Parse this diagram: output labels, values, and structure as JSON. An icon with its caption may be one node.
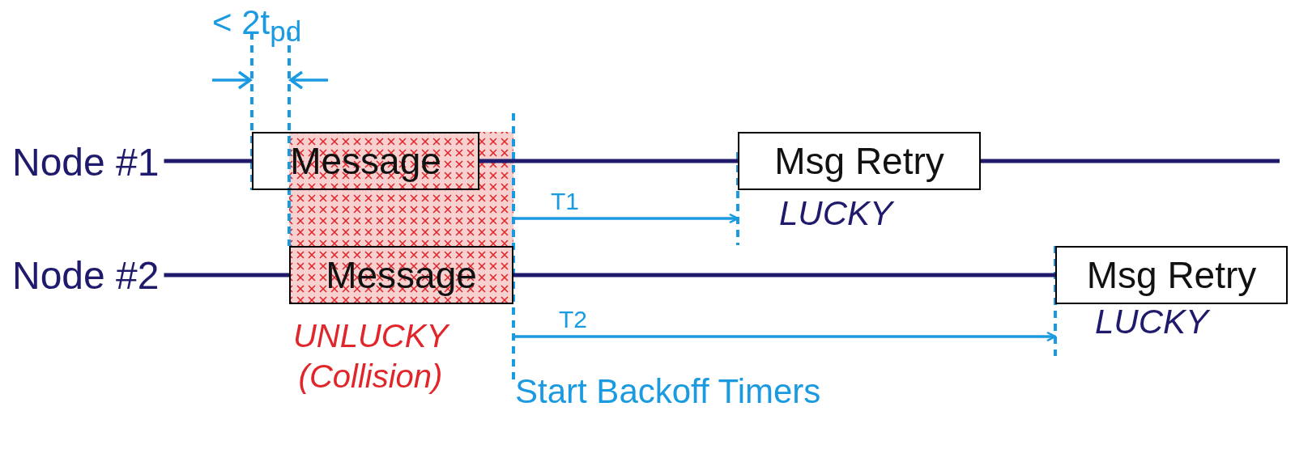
{
  "diagram": {
    "nodes": [
      {
        "text": [
          "Node #1"
        ]
      },
      {
        "text": [
          "Message"
        ]
      },
      {
        "text": [
          "Msg Retry"
        ],
        "beside": [
          "LUCKY"
        ]
      },
      {
        "text": [
          "Node #2"
        ]
      },
      {
        "text": [
          "Message"
        ]
      },
      {
        "text": [
          "Msg Retry"
        ],
        "beside": [
          "LUCKY"
        ]
      }
    ],
    "edges": [
      {
        "from": 0,
        "to": 1,
        "arrow": "none"
      },
      {
        "from": 1,
        "to": 2,
        "arrow": "none"
      },
      {
        "from": 2,
        "to": null,
        "arrow": "none"
      },
      {
        "from": 3,
        "to": 4,
        "arrow": "none"
      },
      {
        "from": 4,
        "to": 5,
        "arrow": "none"
      },
      {
        "from": null,
        "to": 2,
        "arrow": "to",
        "label": "T1",
        "color": "#1a9ae0"
      },
      {
        "from": null,
        "to": 5,
        "arrow": "to",
        "label": "T2",
        "color": "#1a9ae0"
      }
    ],
    "labels": [
      "< 2t$_{pd}$",
      "UNLUCKY (Collision)",
      "Start Backoff Timers"
    ]
  }
}
